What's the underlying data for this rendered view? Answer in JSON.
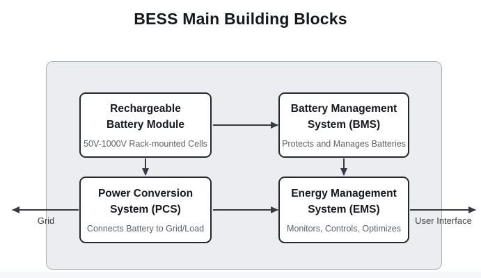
{
  "title": "BESS Main Building Blocks",
  "blocks": [
    {
      "id": "rechargeable-battery-module",
      "lines": [
        "Rechargeable",
        "Battery Module"
      ],
      "subtitle": "50V-1000V Rack-mounted Cells"
    },
    {
      "id": "battery-management-system",
      "lines": [
        "Battery Management",
        "System (BMS)"
      ],
      "subtitle": "Protects and Manages Batteries"
    },
    {
      "id": "power-conversion-system",
      "lines": [
        "Power Conversion",
        "System (PCS)"
      ],
      "subtitle": "Connects Battery to Grid/Load"
    },
    {
      "id": "energy-management-system",
      "lines": [
        "Energy Management",
        "System (EMS)"
      ],
      "subtitle": "Monitors, Controls, Optimizes"
    }
  ],
  "external_labels": {
    "left": "Grid",
    "right": "User Interface"
  },
  "connections": [
    "battery-module to bms",
    "battery-module to pcs",
    "bms to ems",
    "pcs to ems",
    "pcs to grid",
    "ems to user-interface"
  ],
  "colors": {
    "page_background": "#ffffff",
    "container_fill": "#ebedf0",
    "container_border": "#a9b0b8",
    "block_fill": "#ffffff",
    "block_border": "#23272e",
    "title_text": "#15181c",
    "subtitle_text": "#5c6167",
    "arrow": "#363b43",
    "bottom_strip": "#f5f7fa"
  }
}
